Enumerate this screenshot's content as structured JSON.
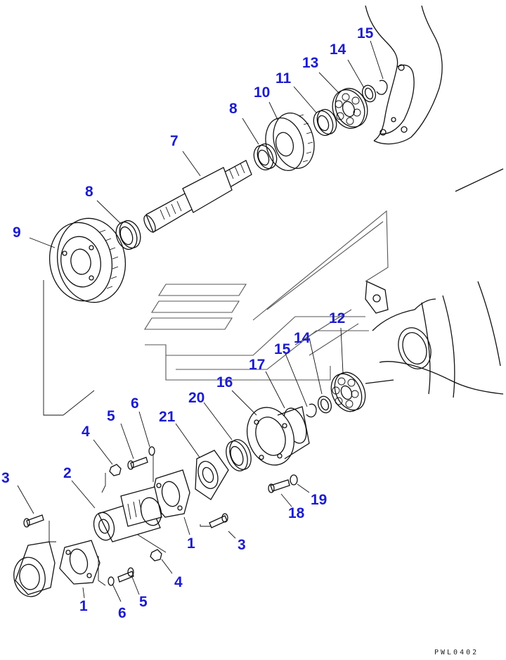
{
  "callouts": [
    {
      "id": "c15a",
      "label": "15"
    },
    {
      "id": "c14a",
      "label": "14"
    },
    {
      "id": "c13",
      "label": "13"
    },
    {
      "id": "c11",
      "label": "11"
    },
    {
      "id": "c10",
      "label": "10"
    },
    {
      "id": "c8a",
      "label": "8"
    },
    {
      "id": "c7",
      "label": "7"
    },
    {
      "id": "c8b",
      "label": "8"
    },
    {
      "id": "c9",
      "label": "9"
    },
    {
      "id": "c12",
      "label": "12"
    },
    {
      "id": "c14b",
      "label": "14"
    },
    {
      "id": "c15b",
      "label": "15"
    },
    {
      "id": "c17",
      "label": "17"
    },
    {
      "id": "c16",
      "label": "16"
    },
    {
      "id": "c20",
      "label": "20"
    },
    {
      "id": "c21",
      "label": "21"
    },
    {
      "id": "c6a",
      "label": "6"
    },
    {
      "id": "c5a",
      "label": "5"
    },
    {
      "id": "c4a",
      "label": "4"
    },
    {
      "id": "c2",
      "label": "2"
    },
    {
      "id": "c3a",
      "label": "3"
    },
    {
      "id": "c1a",
      "label": "1"
    },
    {
      "id": "c3b",
      "label": "3"
    },
    {
      "id": "c19",
      "label": "19"
    },
    {
      "id": "c18",
      "label": "18"
    },
    {
      "id": "c4b",
      "label": "4"
    },
    {
      "id": "c5b",
      "label": "5"
    },
    {
      "id": "c1b",
      "label": "1"
    },
    {
      "id": "c6b",
      "label": "6"
    }
  ],
  "drawing_code": "PWL0402",
  "colors": {
    "callout": "#1c1ccc",
    "line": "#111111",
    "background": "#ffffff"
  }
}
